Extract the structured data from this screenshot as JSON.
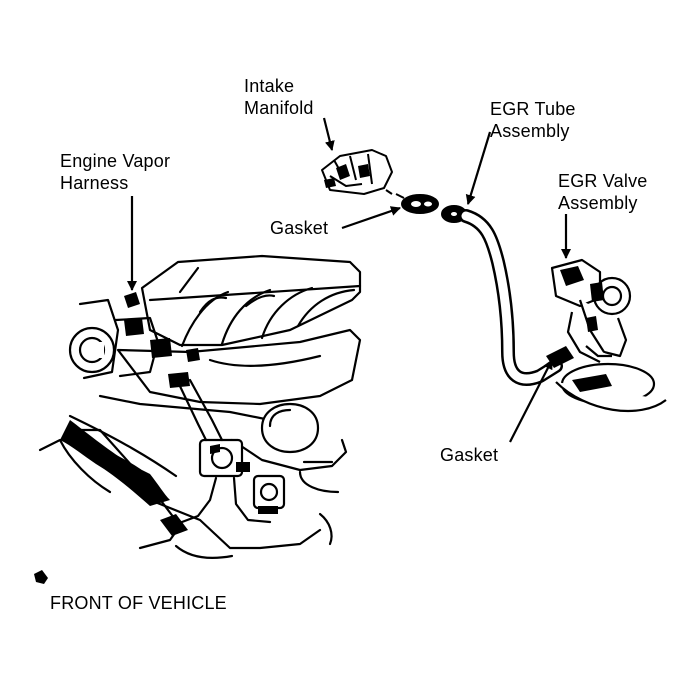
{
  "labels": {
    "intake_manifold": [
      "Intake",
      "Manifold"
    ],
    "egr_tube_assembly": [
      "EGR Tube",
      "Assembly"
    ],
    "engine_vapor_harness": [
      "Engine Vapor",
      "Harness"
    ],
    "egr_valve_assembly": [
      "EGR Valve",
      "Assembly"
    ],
    "gasket_upper": "Gasket",
    "gasket_lower": "Gasket",
    "front_of_vehicle": "FRONT OF VEHICLE"
  },
  "colors": {
    "ink": "#000000",
    "paper": "#ffffff"
  },
  "icons": {
    "front_marker": "front-of-vehicle-marker-icon"
  }
}
